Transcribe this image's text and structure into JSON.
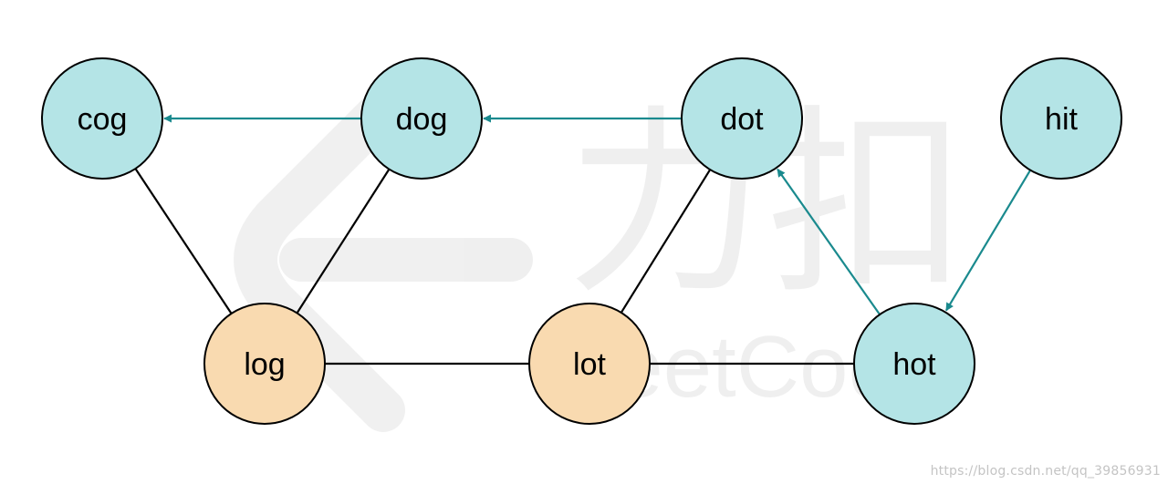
{
  "diagram": {
    "nodes": [
      {
        "id": "cog",
        "label": "cog",
        "color": "#b1e3e5"
      },
      {
        "id": "dog",
        "label": "dog",
        "color": "#b1e3e5"
      },
      {
        "id": "dot",
        "label": "dot",
        "color": "#b1e3e5"
      },
      {
        "id": "hit",
        "label": "hit",
        "color": "#b1e3e5"
      },
      {
        "id": "log",
        "label": "log",
        "color": "#f9d8ad"
      },
      {
        "id": "lot",
        "label": "lot",
        "color": "#f9d8ad"
      },
      {
        "id": "hot",
        "label": "hot",
        "color": "#b1e3e5"
      }
    ],
    "edges": [
      {
        "from": "cog",
        "to": "log",
        "directed": false
      },
      {
        "from": "dog",
        "to": "log",
        "directed": false
      },
      {
        "from": "dot",
        "to": "lot",
        "directed": false
      },
      {
        "from": "log",
        "to": "lot",
        "directed": false
      },
      {
        "from": "lot",
        "to": "hot",
        "directed": false
      },
      {
        "from": "dog",
        "to": "cog",
        "directed": true
      },
      {
        "from": "dot",
        "to": "dog",
        "directed": true
      },
      {
        "from": "hot",
        "to": "dot",
        "directed": true
      },
      {
        "from": "hit",
        "to": "hot",
        "directed": true
      }
    ],
    "colors": {
      "stroke": "#000000",
      "arrow": "#1a8a8e",
      "plain_edge": "#000000"
    }
  },
  "watermark": {
    "brand_text": "LeetCode",
    "logo_text": "力扣",
    "credit": "https://blog.csdn.net/qq_39856931"
  }
}
